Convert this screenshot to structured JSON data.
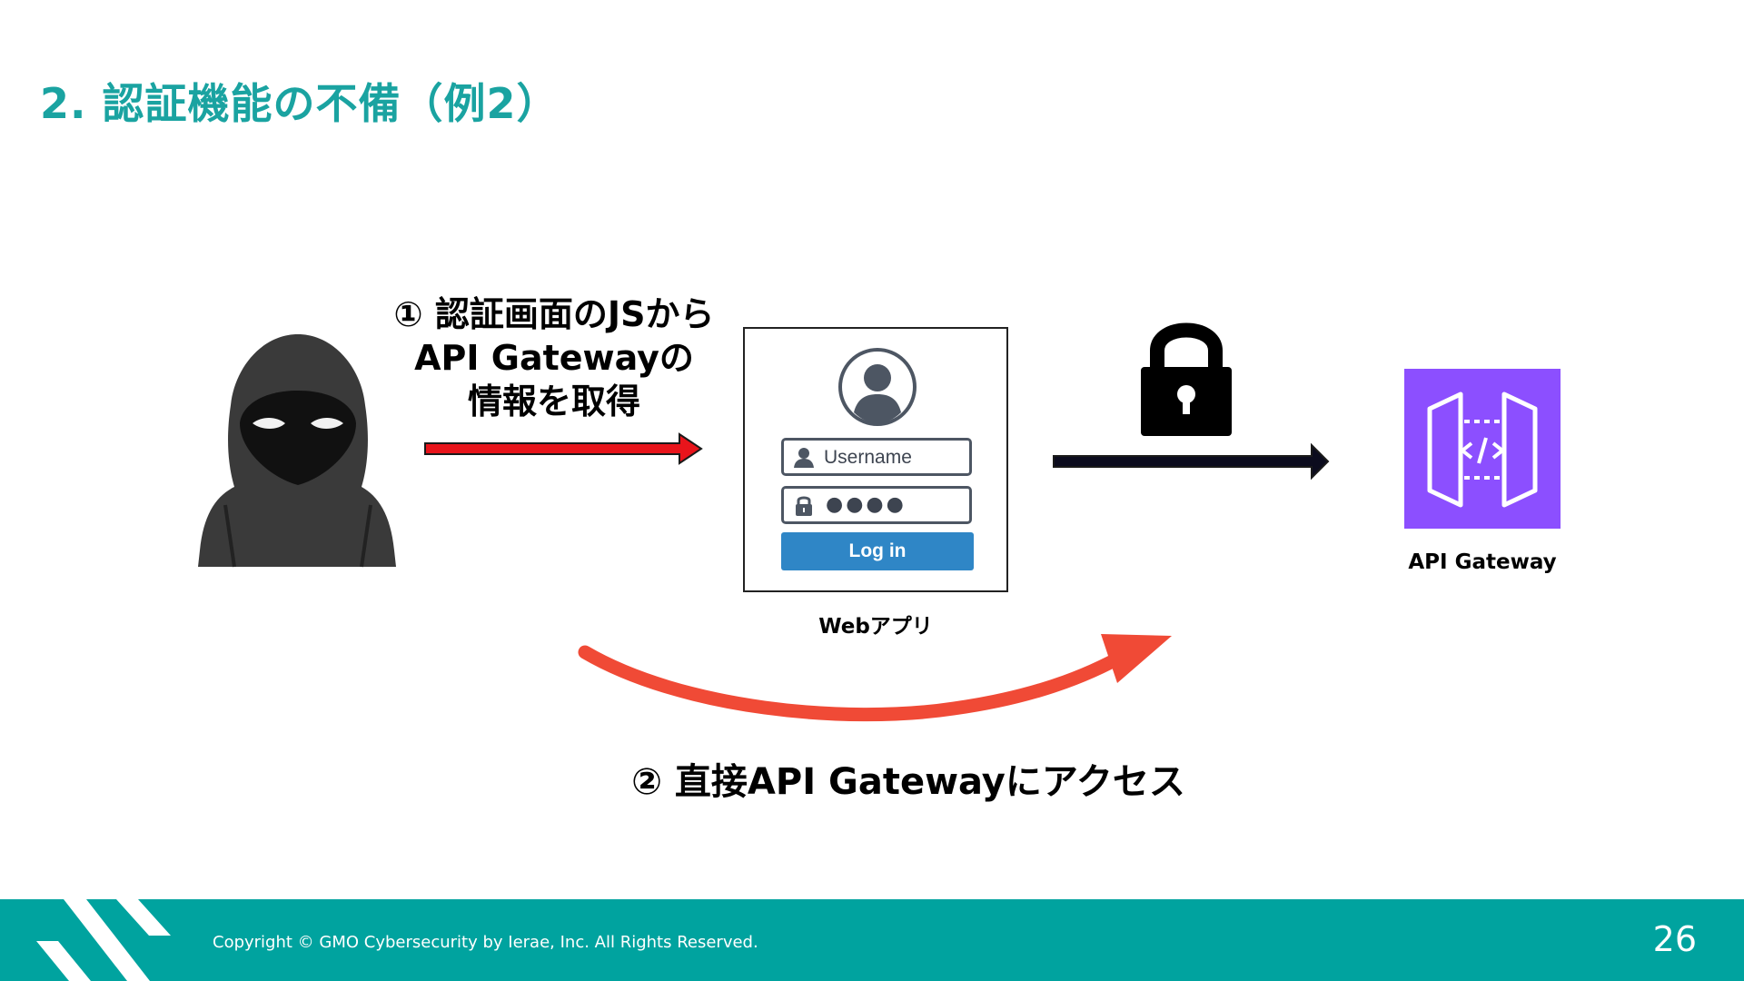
{
  "slide": {
    "title": "2. 認証機能の不備（例2）",
    "page_number": "26"
  },
  "step1": {
    "lines": [
      "① 認証画面のJSから",
      "API Gatewayの",
      "情報を取得"
    ]
  },
  "step2": {
    "label": "② 直接API Gatewayにアクセス"
  },
  "webapp": {
    "caption": "Webアプリ",
    "username_placeholder": "Username",
    "password_mask": "●●●●",
    "login_label": "Log in"
  },
  "api_gateway": {
    "caption": "API Gateway",
    "color": "#8c4fff"
  },
  "footer": {
    "copyright": "Copyright © GMO Cybersecurity by Ierae, Inc. All Rights Reserved."
  },
  "colors": {
    "accent": "#1aa3a1",
    "footer_bg": "#00a39f",
    "arrow_red": "#e8141b",
    "curve_red": "#f04a36",
    "login_button": "#2f86c6"
  }
}
